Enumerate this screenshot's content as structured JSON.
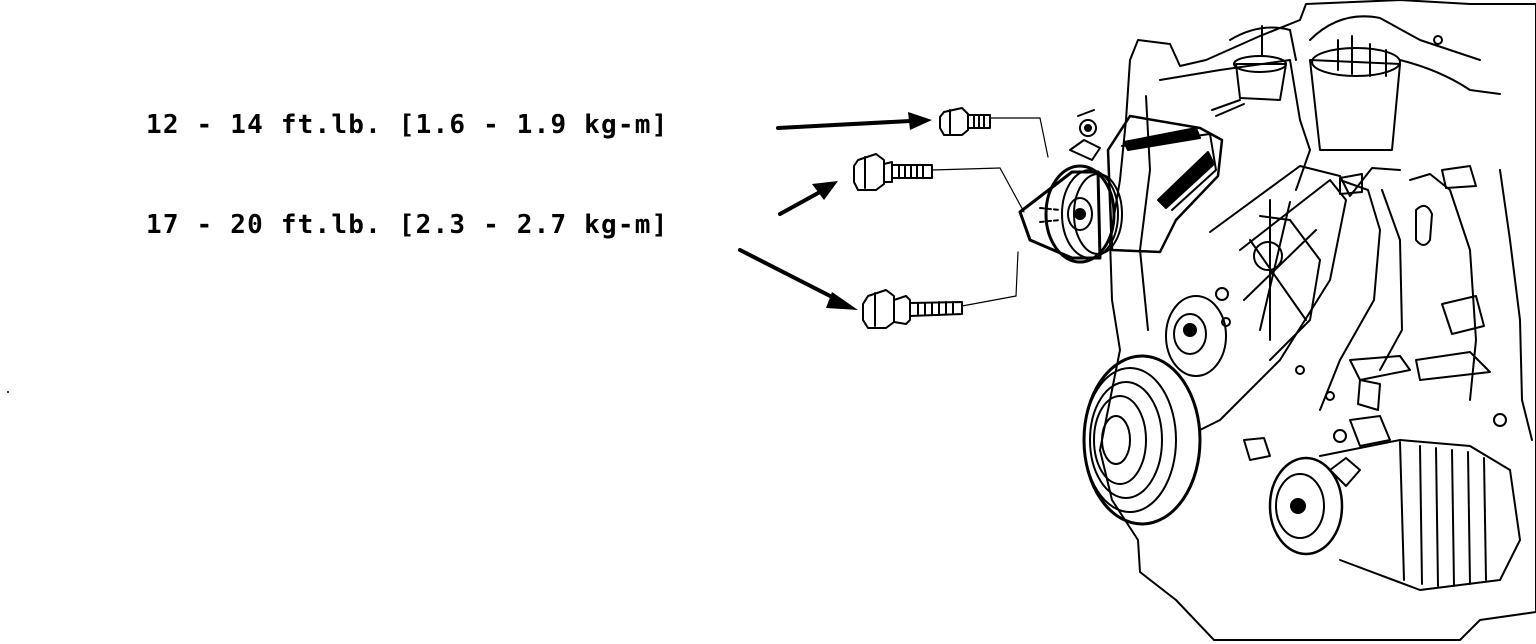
{
  "torque_specs": [
    {
      "text": "12 - 14 ft.lb. [1.6 - 1.9 kg-m]",
      "applies_to": "upper short bolt"
    },
    {
      "text": "17 - 20 ft.lb. [2.3 - 2.7 kg-m]",
      "applies_to": "two long pulley/bracket bolts"
    }
  ],
  "colors": {
    "ink": "#000000",
    "paper": "#ffffff"
  }
}
